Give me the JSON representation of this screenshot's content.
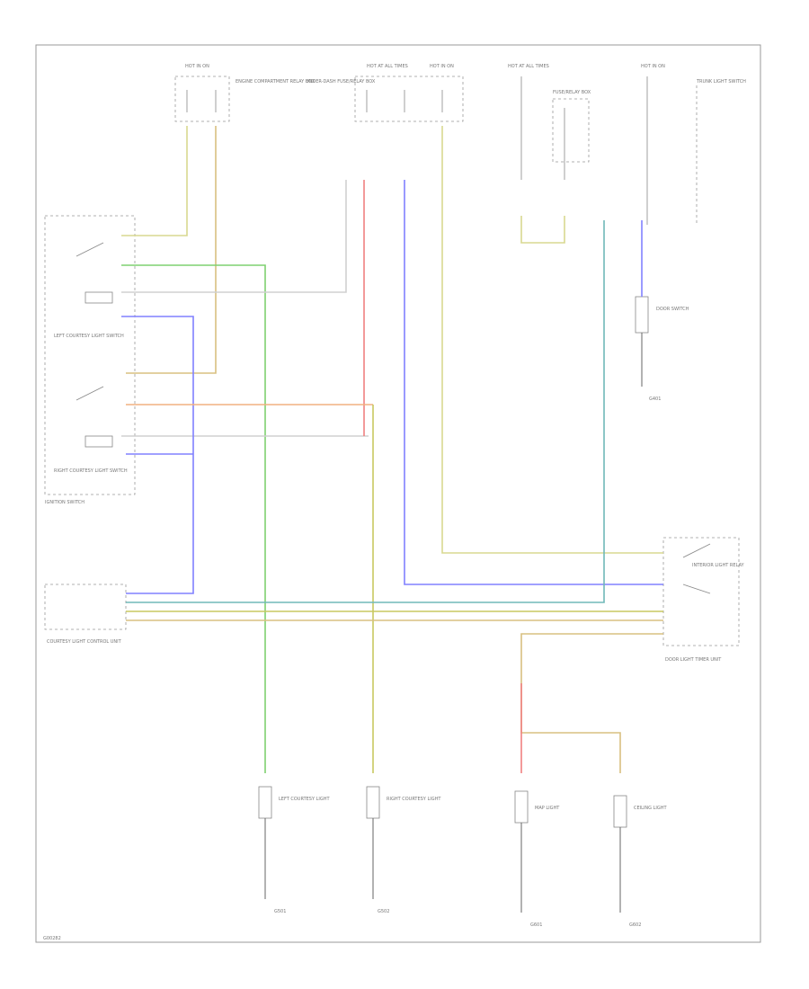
{
  "page": {
    "footer_code": "G00282"
  },
  "colors": {
    "wire_yellow": "#d8d890",
    "wire_tan": "#d8c080",
    "wire_green": "#7fd070",
    "wire_blue": "#8080ff",
    "wire_red": "#f08080",
    "wire_orange": "#f0b080",
    "wire_teal": "#70b8b8",
    "wire_white": "#d0d0d0",
    "wire_black": "#555555",
    "wire_olive": "#c8c860"
  },
  "labels": {
    "fuse_a": "HOT IN ON",
    "fuse_b": "HOT AT ALL TIMES",
    "fuse_c": "HOT IN ON",
    "fuse_d": "HOT AT ALL TIMES",
    "fuse_e": "HOT IN ON",
    "box1": "ENGINE COMPARTMENT RELAY BOX",
    "box2": "UNDER-DASH FUSE/RELAY BOX",
    "box3": "FUSE/RELAY BOX",
    "switch_left": "LEFT COURTESY LIGHT SWITCH",
    "switch_right": "RIGHT COURTESY LIGHT SWITCH",
    "mirror_comp": "COURTESY LIGHT CONTROL UNIT",
    "ctrl_unit": "DOOR LIGHT TIMER UNIT",
    "relay": "INTERIOR LIGHT RELAY",
    "light_left": "LEFT COURTESY LIGHT",
    "light_right": "RIGHT COURTESY LIGHT",
    "light_map": "MAP LIGHT",
    "light_ceiling": "CEILING LIGHT",
    "ground_1": "G501",
    "ground_2": "G502",
    "ground_3": "G601",
    "ground_4": "G602",
    "ground_5": "G401",
    "dome_switch": "DOOR SWITCH",
    "sw_box_text": "TRUNK LIGHT SWITCH",
    "ign_sw": "IGNITION SWITCH"
  }
}
